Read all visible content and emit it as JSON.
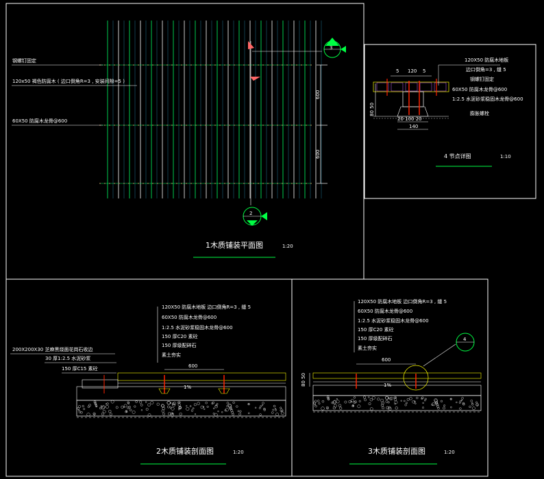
{
  "colors": {
    "background": "#000000",
    "line": "#ffffff",
    "green": "#00ff44",
    "red": "#ff2200",
    "yellow": "#ffff00",
    "cyan": "#33ccff",
    "magenta": "#cc66ff"
  },
  "plan": {
    "title": "1木质铺装平面图",
    "scale": "1:20",
    "labels": [
      "钢螺钉固定",
      "120x50  褐色防腐木 ( 边口倒角R=3 , 安装间隙=5 )",
      "60X50  防腐木龙骨@600"
    ],
    "dim_600_a": "600",
    "dim_600_b": "600",
    "callout_top": "3",
    "callout_bottom": "2"
  },
  "detail": {
    "title": "4 节点详图",
    "scale": "1:10",
    "dims_top": [
      "5",
      "120",
      "5"
    ],
    "dim_left": "80  50",
    "dims_bottom": "20   100   20",
    "dim_bottom2": "140",
    "labels": [
      "120X50  防腐木地板",
      "边口倒角=3 , 缝 5",
      "钢螺钉固定",
      "60X50  防腐木龙骨@600",
      "1:2.5  水泥砂浆稳固木龙骨@600",
      "膨胀螺栓"
    ]
  },
  "section2": {
    "title": "2木质铺装剖面图",
    "scale": "1:20",
    "labels": [
      "120X50    防腐木地板  边口倒角R=3  , 缝 5",
      "60X50   防腐木龙骨@600",
      "1:2.5    水泥砂浆稳固木龙骨@600",
      "150  厚C20  素砼",
      "150  厚级配碎石",
      "素土夯实"
    ],
    "left_labels": [
      "200X200X30    芝麻黑烧面花岗石收边",
      "30  厚1:2.5   水泥砂浆",
      "150   厚C15   素砼"
    ],
    "dim": "600",
    "slope": "1%"
  },
  "section3": {
    "title": "3木质铺装剖面图",
    "scale": "1:20",
    "labels": [
      "120X50    防腐木地板  边口倒角R=3  , 缝 5",
      "60X50   防腐木龙骨@600",
      "1:2.5    水泥砂浆稳固木龙骨@600",
      "150  厚C20  素砼",
      "150  厚级配碎石",
      "素土夯实"
    ],
    "dim": "600",
    "dim_left": "80 50",
    "slope": "1%",
    "callout": "4"
  }
}
